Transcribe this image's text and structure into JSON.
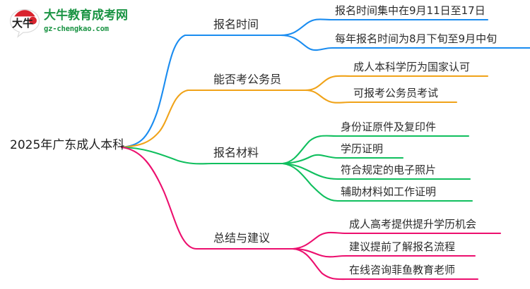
{
  "logo": {
    "mark_name": "daniu-speech-bubble-logo",
    "title": "大牛教育成考网",
    "domain": "gz-chengkao.com",
    "brand_color": "#1b9444",
    "accent_color": "#d9232e"
  },
  "mindmap": {
    "root": {
      "label": "2025年广东成人本科"
    },
    "branches": [
      {
        "label": "报名时间",
        "color": "#1a8cf0",
        "children": [
          {
            "label": "报名时间集中在9月11日至17日"
          },
          {
            "label": "每年报名时间为8月下旬至9月中旬"
          }
        ]
      },
      {
        "label": "能否考公务员",
        "color": "#f0a319",
        "children": [
          {
            "label": "成人本科学历为国家认可"
          },
          {
            "label": "可报考公务员考试"
          }
        ]
      },
      {
        "label": "报名材料",
        "color": "#10bf5e",
        "children": [
          {
            "label": "身份证原件及复印件"
          },
          {
            "label": "学历证明"
          },
          {
            "label": "符合规定的电子照片"
          },
          {
            "label": "辅助材料如工作证明"
          }
        ]
      },
      {
        "label": "总结与建议",
        "color": "#ec0f6e",
        "children": [
          {
            "label": "成人高考提供提升学历机会"
          },
          {
            "label": "建议提前了解报名流程"
          },
          {
            "label": "在线咨询菲鱼教育老师"
          }
        ]
      }
    ]
  }
}
